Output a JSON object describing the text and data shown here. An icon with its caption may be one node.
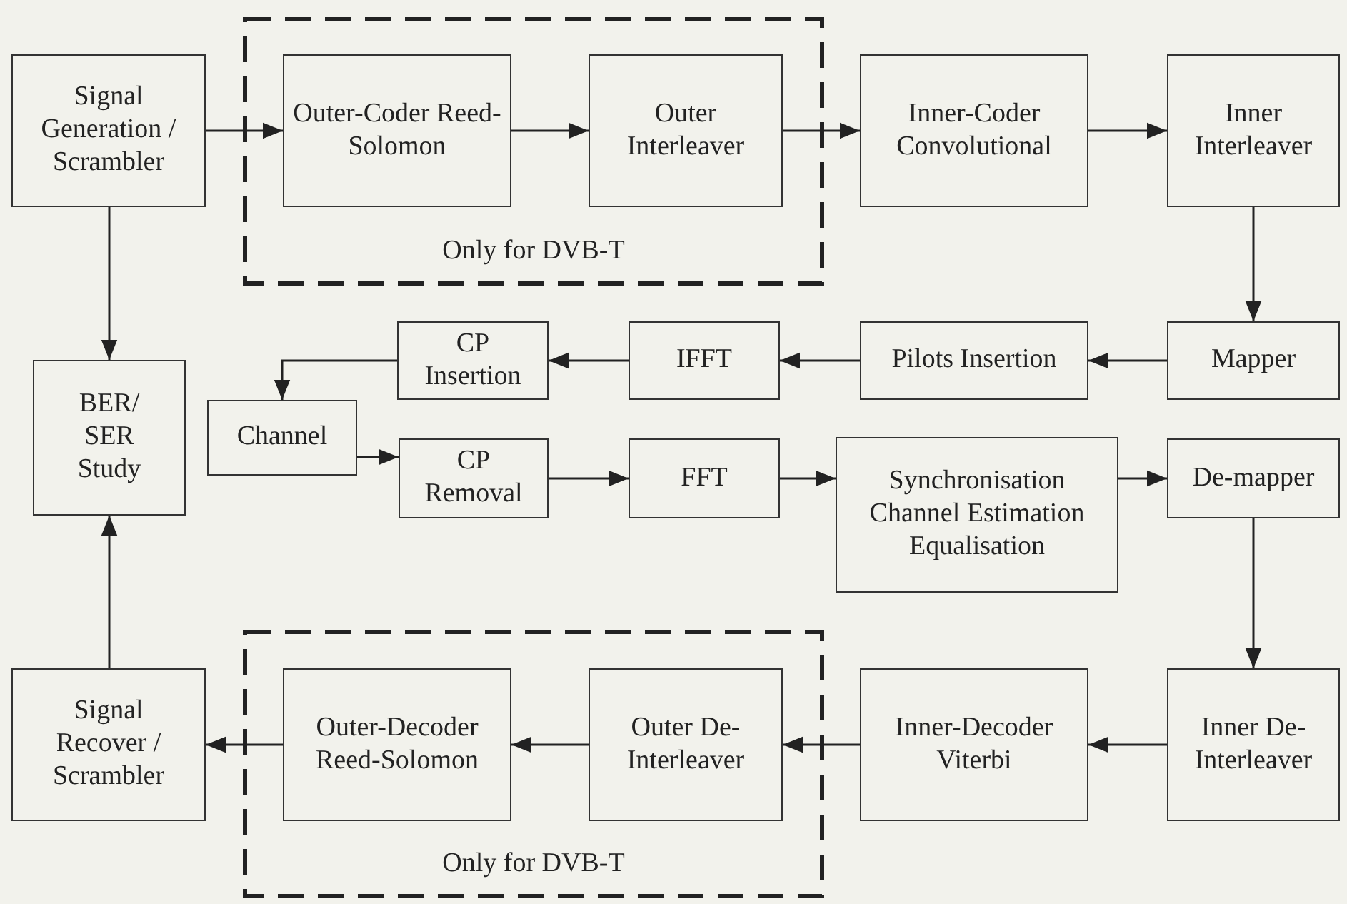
{
  "diagram": {
    "nodes": [
      {
        "text": [
          "Signal Generation / Scrambler"
        ]
      },
      {
        "text": [
          "Only for DVB-T"
        ]
      },
      {
        "text": [
          "Outer-Coder Reed-Solomon"
        ],
        "in": 1
      },
      {
        "text": [
          "Outer Interleaver"
        ],
        "in": 1
      },
      {
        "text": [
          "Inner-Coder Convolutional"
        ]
      },
      {
        "text": [
          "Inner Interleaver"
        ]
      },
      {
        "text": [
          "BER/ SER Study"
        ]
      },
      {
        "text": [
          "CP Insertion"
        ]
      },
      {
        "text": [
          "IFFT"
        ]
      },
      {
        "text": [
          "Pilots Insertion"
        ]
      },
      {
        "text": [
          "Mapper"
        ]
      },
      {
        "text": [
          "Channel"
        ]
      },
      {
        "text": [
          "CP Removal"
        ]
      },
      {
        "text": [
          "FFT"
        ]
      },
      {
        "text": [
          "Synchronisation Channel Estimation Equalisation"
        ]
      },
      {
        "text": [
          "De-mapper"
        ]
      },
      {
        "text": [
          "Signal Recover / Scrambler"
        ]
      },
      {
        "text": [
          "Only for DVB-T"
        ]
      },
      {
        "text": [
          "Outer-Decoder Reed-Solomon"
        ],
        "in": 17
      },
      {
        "text": [
          "Outer De- Interleaver"
        ],
        "in": 17
      },
      {
        "text": [
          "Inner-Decoder Viterbi"
        ]
      },
      {
        "text": [
          "Inner De- Interleaver"
        ]
      }
    ],
    "edges": [
      {
        "from": 0,
        "to": 2,
        "arrow": "to"
      },
      {
        "from": 2,
        "to": 3,
        "arrow": "to"
      },
      {
        "from": 3,
        "to": 4,
        "arrow": "to"
      },
      {
        "from": 4,
        "to": 5,
        "arrow": "to"
      },
      {
        "from": 5,
        "to": 10,
        "arrow": "to"
      },
      {
        "from": 10,
        "to": 9,
        "arrow": "to"
      },
      {
        "from": 9,
        "to": 8,
        "arrow": "to"
      },
      {
        "from": 8,
        "to": 7,
        "arrow": "to"
      },
      {
        "from": 7,
        "to": 11,
        "arrow": "to"
      },
      {
        "from": 11,
        "to": 12,
        "arrow": "to"
      },
      {
        "from": 12,
        "to": 13,
        "arrow": "to"
      },
      {
        "from": 13,
        "to": 14,
        "arrow": "to"
      },
      {
        "from": 14,
        "to": 15,
        "arrow": "to"
      },
      {
        "from": 15,
        "to": 21,
        "arrow": "to"
      },
      {
        "from": 21,
        "to": 20,
        "arrow": "to"
      },
      {
        "from": 20,
        "to": 19,
        "arrow": "to"
      },
      {
        "from": 19,
        "to": 18,
        "arrow": "to"
      },
      {
        "from": 18,
        "to": 16,
        "arrow": "to"
      },
      {
        "from": 0,
        "to": 6,
        "arrow": "to"
      },
      {
        "from": 16,
        "to": 6,
        "arrow": "to"
      }
    ]
  }
}
